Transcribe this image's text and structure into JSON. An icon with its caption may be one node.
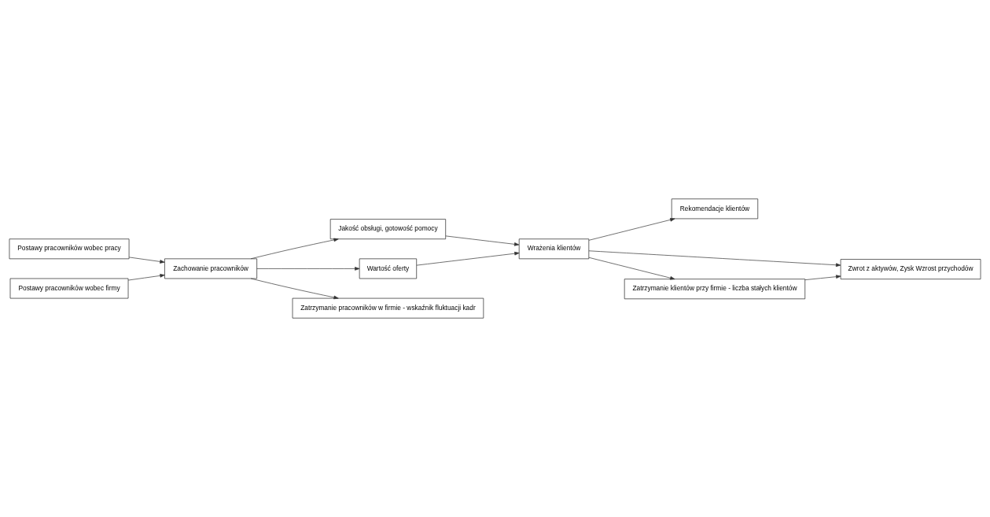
{
  "diagram": {
    "nodes": [
      {
        "text": [
          "Postawy pracowników wobec pracy"
        ]
      },
      {
        "text": [
          "Jakość obsługi, gotowość pomocy"
        ]
      },
      {
        "text": [
          "Rekomendacje klientów"
        ]
      },
      {
        "text": [
          "Zachowanie pracowników"
        ]
      },
      {
        "text": [
          "Zwrot z aktywów, Zysk Wzrost przychodów"
        ]
      },
      {
        "text": [
          "Wartość oferty"
        ]
      },
      {
        "text": [
          "Wrażenia klientów"
        ]
      },
      {
        "text": [
          "Postawy pracowników wobec firmy"
        ]
      },
      {
        "text": [
          "Zatrzymanie pracowników w firmie - wskaźnik fluktuacji kadr"
        ]
      },
      {
        "text": [
          "Zatrzymanie klientów przy firmie - liczba stałych klientów"
        ]
      }
    ],
    "edges": [
      {
        "from": 0,
        "to": 3,
        "arrow": "to"
      },
      {
        "from": 7,
        "to": 3,
        "arrow": "to"
      },
      {
        "from": 3,
        "to": 1,
        "arrow": "to"
      },
      {
        "from": 3,
        "to": 5,
        "arrow": "to"
      },
      {
        "from": 3,
        "to": 8,
        "arrow": "to"
      },
      {
        "from": 1,
        "to": 6,
        "arrow": "to"
      },
      {
        "from": 5,
        "to": 6,
        "arrow": "to"
      },
      {
        "from": 6,
        "to": 2,
        "arrow": "to"
      },
      {
        "from": 6,
        "to": 4,
        "arrow": "to"
      },
      {
        "from": 6,
        "to": 9,
        "arrow": "to"
      },
      {
        "from": 9,
        "to": 4,
        "arrow": "to"
      }
    ]
  }
}
